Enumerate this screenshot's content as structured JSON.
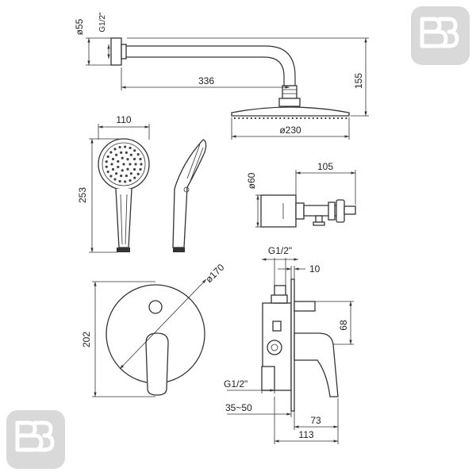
{
  "dimensions": {
    "arm_flange_diameter": "ø55",
    "arm_thread": "G1/2\"",
    "arm_length": "336",
    "arm_height": "155",
    "head_diameter": "ø230",
    "hand_width": "110",
    "hand_length": "253",
    "holder_diameter": "ø60",
    "holder_length": "105",
    "mixer_top_thread": "G1/2\"",
    "mixer_offset": "10",
    "mixer_outlet": "68",
    "mixer_side_thread": "G1/2\"",
    "plate_diameter": "ø170",
    "plate_height": "202",
    "wall_depth": "35~50",
    "spout_length": "73",
    "total_length": "113"
  },
  "colors": {
    "line": "#333333",
    "logo_tile": "#d9d9d9",
    "logo_mark": "#ffffff"
  },
  "icons": [
    "brand-logo-icon",
    "brand-logo-icon"
  ]
}
